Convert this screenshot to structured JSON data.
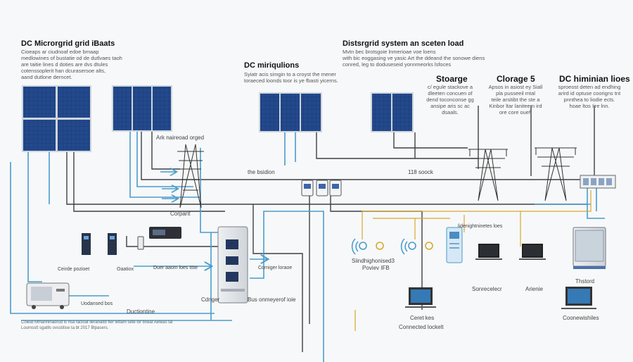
{
  "title_left": {
    "heading": "DC Microrgrid grid iBaats",
    "lines": [
      "Cioeaps ar ciudnoaf edoe bmaap",
      "medlowines of bustatie od de dutlvaes taoh",
      "are taitie lines d doties are dvs dtules",
      "cotenssoplerit han dcurasersoe alts,",
      "aand dutlone derncet."
    ]
  },
  "title_right": {
    "heading": "Distsrgrid system an sceten load",
    "lines": [
      "Mvtn bec brotsgoie lnmerioae voe loens",
      "with bic eoggasing ve yasic Art the ddeand the sonowe diens",
      "conred, leg to doduseseid yonnmeorks lsfoces"
    ]
  },
  "center_block": {
    "heading": "DC miriqulions",
    "lines": [
      "Syiatr acis simgin to a croyst the mener",
      "toraeced loonds toor is ye fbasti yicerns."
    ]
  },
  "storage_block": {
    "heading": "Stoarge",
    "lines": [
      "c/ egule stackove a",
      "dleeten concuen of",
      "dend toconconse gg",
      "ansipe aris sc ac",
      "dsaals."
    ]
  },
  "clorage_block": {
    "heading": "Clorage 5",
    "lines": [
      "Apsos in asiost ey Siall",
      "pla pusseeil mtal",
      "teile arsitibt the ste a",
      "Kinbor ltar laniteem ird",
      "ore core ouef."
    ]
  },
  "minimien_block": {
    "heading": "DC himinian lioes",
    "lines": [
      "sproeost deten ad endhing",
      "arird id optuse coorigns tnt",
      "pnnthea to liodie ects.",
      "hoae ltos Iire lnn."
    ]
  },
  "labels": {
    "ark": "Ark naireoad orged",
    "bus_left": "the bsidion",
    "bus_right": "118 soock",
    "corparit": "Corparit",
    "central_label": "Cdnger",
    "cable_mid": "Duer aaom loes tttte",
    "inverter_right": "Corniger loraoe",
    "bus_energy": "Bus onmeyerof ioie",
    "left1": "Ceirde pozioet",
    "left2": "Oaatiox",
    "genset": "Uodansed bos",
    "ductionline": "Ductiontine",
    "smart_hub": "lidenightninetes loes",
    "simd": "Siindhighonised3",
    "provew": "Poviev IFB",
    "connected": "Connected lockelt",
    "ceret": "Ceret kes",
    "sonrec": "Sonrecelecr",
    "ariene": "Arienie",
    "thstord": "Thstord",
    "coonewishlies": "Coonewishiles",
    "foot1": "Coieat Mmanninaorud is nsa tacioat lieranaitd fier lettam sete lor tineat Aeteas tal",
    "foot2": "Loumsstt sgatlls ovsstitise ta bt 2017 Blpasers."
  },
  "colors": {
    "wire_blue": "#4a9ccc",
    "wire_dark": "#3d4045",
    "wire_gold": "#d9a830",
    "panel": "#1d3f7a"
  },
  "icons": {
    "solar_panel": "solar-panel-icon",
    "transmission_tower": "transmission-tower-icon",
    "inverter": "inverter-icon",
    "laptop": "laptop-icon",
    "monitor": "monitor-icon",
    "battery_cabinet": "battery-cabinet-icon",
    "generator": "generator-icon",
    "wifi_node": "wifi-node-icon"
  }
}
